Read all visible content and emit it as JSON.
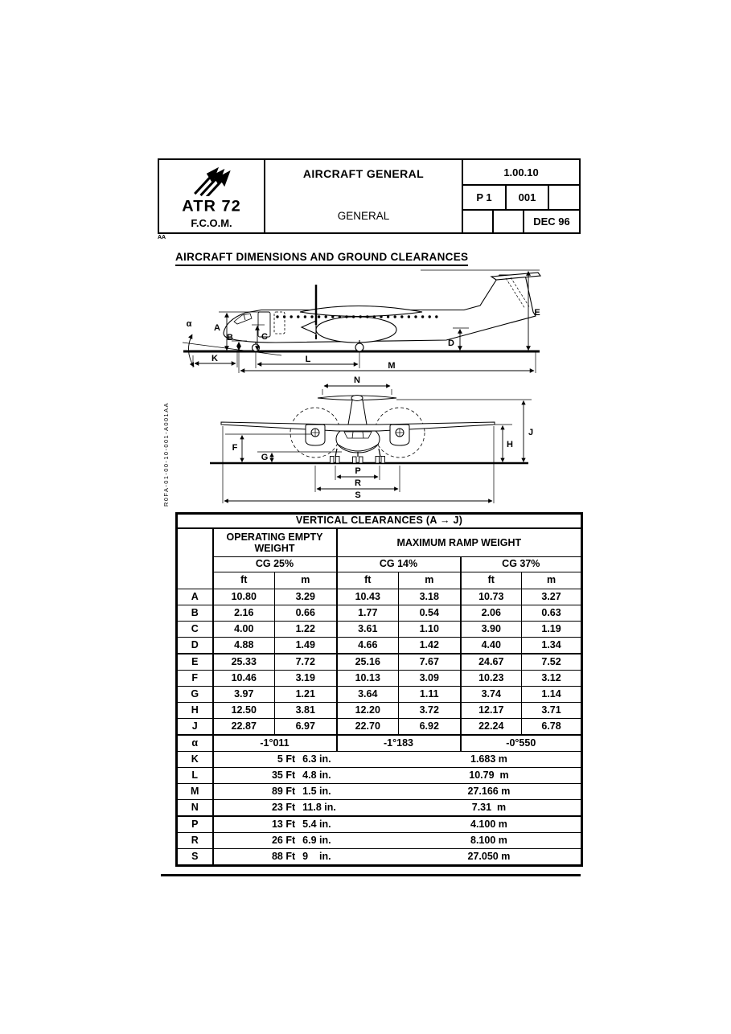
{
  "header": {
    "logo": {
      "icon": "atr-triple-arrow-logo",
      "aircraft": "ATR 72",
      "manual": "F.C.O.M."
    },
    "chapter_title": "AIRCRAFT GENERAL",
    "section_title": "GENERAL",
    "reference": {
      "code": "1.00.10",
      "page": "P 1",
      "issue": "001",
      "date": "DEC 96"
    },
    "revision_mark": "AA"
  },
  "page_title": "AIRCRAFT DIMENSIONS AND GROUND CLEARANCES",
  "figure": {
    "vertical_code": "R0FA-01-00-10-001-A001AA",
    "side_labels": {
      "A": "A",
      "B": "B",
      "C": "C",
      "D": "D",
      "E": "E",
      "K": "K",
      "L": "L",
      "M": "M",
      "alpha": "α"
    },
    "front_labels": {
      "N": "N",
      "J": "J",
      "H": "H",
      "F": "F",
      "G": "G",
      "P": "P",
      "R": "R",
      "S": "S"
    }
  },
  "table": {
    "title": "VERTICAL CLEARANCES (A → J)",
    "group_headers": {
      "left": "OPERATING EMPTY WEIGHT",
      "right": "MAXIMUM RAMP WEIGHT"
    },
    "cg_headers": [
      "CG 25%",
      "CG 14%",
      "CG 37%"
    ],
    "unit_headers": [
      "ft",
      "m",
      "ft",
      "m",
      "ft",
      "m"
    ],
    "rows": [
      {
        "label": "A",
        "values": [
          "10.80",
          "3.29",
          "10.43",
          "3.18",
          "10.73",
          "3.27"
        ]
      },
      {
        "label": "B",
        "values": [
          "2.16",
          "0.66",
          "1.77",
          "0.54",
          "2.06",
          "0.63"
        ]
      },
      {
        "label": "C",
        "values": [
          "4.00",
          "1.22",
          "3.61",
          "1.10",
          "3.90",
          "1.19"
        ]
      },
      {
        "label": "D",
        "values": [
          "4.88",
          "1.49",
          "4.66",
          "1.42",
          "4.40",
          "1.34"
        ]
      },
      {
        "label": "E",
        "values": [
          "25.33",
          "7.72",
          "25.16",
          "7.67",
          "24.67",
          "7.52"
        ]
      },
      {
        "label": "F",
        "values": [
          "10.46",
          "3.19",
          "10.13",
          "3.09",
          "10.23",
          "3.12"
        ]
      },
      {
        "label": "G",
        "values": [
          "3.97",
          "1.21",
          "3.64",
          "1.11",
          "3.74",
          "1.14"
        ]
      },
      {
        "label": "H",
        "values": [
          "12.50",
          "3.81",
          "12.20",
          "3.72",
          "12.17",
          "3.71"
        ]
      },
      {
        "label": "J",
        "values": [
          "22.87",
          "6.97",
          "22.70",
          "6.92",
          "22.24",
          "6.78"
        ]
      }
    ],
    "section_breaks_after": [
      "D",
      "J"
    ],
    "alpha_row": {
      "label": "α",
      "values": [
        "-1°011",
        "-1°183",
        "-0°550"
      ]
    },
    "distance_rows": [
      {
        "label": "K",
        "feet": "5 Ft",
        "inches": "6.3 in.",
        "metric": "1.683 m"
      },
      {
        "label": "L",
        "feet": "35 Ft",
        "inches": "4.8 in.",
        "metric": "10.79  m"
      },
      {
        "label": "M",
        "feet": "89 Ft",
        "inches": "1.5 in.",
        "metric": "27.166 m"
      },
      {
        "label": "N",
        "feet": "23 Ft",
        "inches": "11.8 in.",
        "metric": "7.31  m"
      },
      {
        "label": "P",
        "feet": "13 Ft",
        "inches": "5.4 in.",
        "metric": "4.100 m"
      },
      {
        "label": "R",
        "feet": "26 Ft",
        "inches": "6.9 in.",
        "metric": "8.100 m"
      },
      {
        "label": "S",
        "feet": "88 Ft",
        "inches": "9    in.",
        "metric": "27.050 m"
      }
    ],
    "distance_breaks_after": [
      "N"
    ]
  }
}
